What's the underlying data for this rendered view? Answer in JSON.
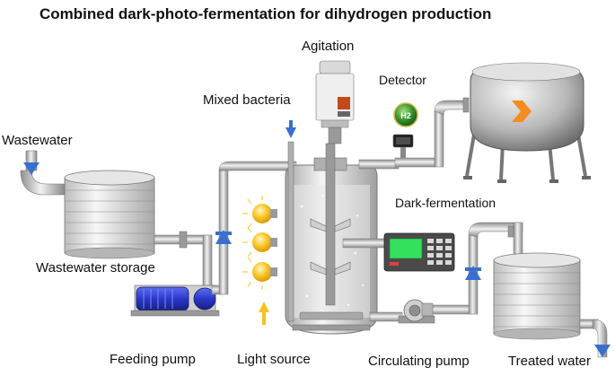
{
  "title": "Combined dark-photo-fermentation for dihydrogen production",
  "labels": {
    "wastewater": "Wastewater",
    "wastewater_storage": "Wastewater storage",
    "feeding_pump": "Feeding pump",
    "light_source": "Light source",
    "mixed_bacteria": "Mixed bacteria",
    "agitation": "Agitation",
    "detector": "Detector",
    "dark_fermentation": "Dark-fermentation",
    "circulating_pump": "Circulating pump",
    "treated_water": "Treated water",
    "detector_badge": "H2"
  },
  "colors": {
    "pipe": "#c9c9c9",
    "flow_arrow": "#3a6fd0",
    "bulb": "#f7c21f",
    "pump": "#2a38c8",
    "controller_screen": "#35e05c",
    "tank_arrow": "#f58c1e",
    "gas_badge": "#2f8a2a"
  },
  "icons": [
    "flow-arrow-icon",
    "light-bulb-icon",
    "hydrogen-badge-icon",
    "gas-inlet-arrow-icon"
  ]
}
